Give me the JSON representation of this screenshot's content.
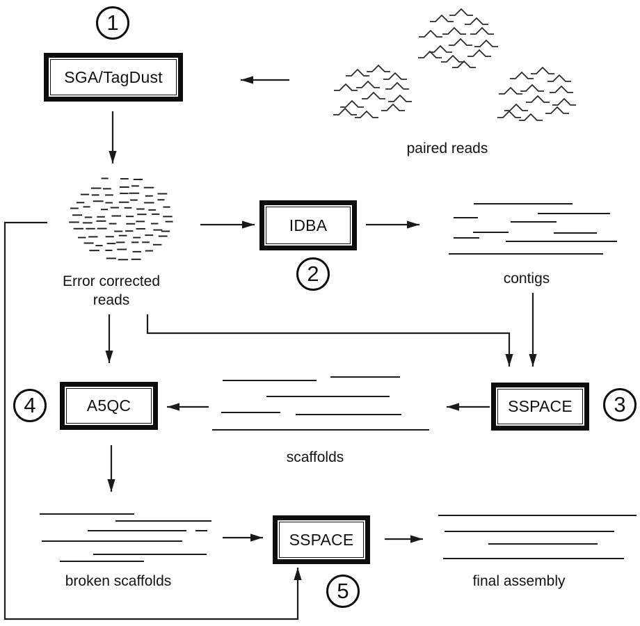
{
  "palette": {
    "ink": "#1a1a1a",
    "glyph_ink": "#2b2b2b",
    "background": "#ffffff"
  },
  "steps": [
    {
      "number": "1",
      "label": "SGA/TagDust"
    },
    {
      "number": "2",
      "label": "IDBA"
    },
    {
      "number": "3",
      "label": "SSPACE"
    },
    {
      "number": "4",
      "label": "A5QC"
    },
    {
      "number": "5",
      "label": "SSPACE"
    }
  ],
  "artifacts": {
    "paired_reads": "paired reads",
    "error_corrected_reads": "Error corrected reads",
    "contigs": "contigs",
    "scaffolds": "scaffolds",
    "broken_scaffolds": "broken scaffolds",
    "final_assembly": "final assembly"
  }
}
